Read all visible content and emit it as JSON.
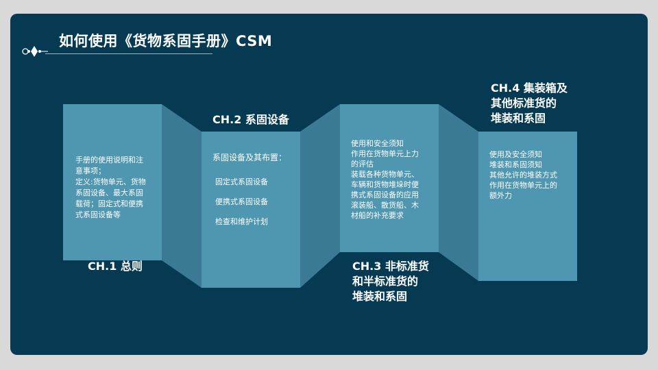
{
  "title": "如何使用《货物系固手册》CSM",
  "chapters": [
    {
      "heading": "CH.1 总则",
      "body_lines": [
        "手册的使用说明和注",
        "意事项；",
        "定义:货物单元、货物",
        "系固设备、最大系固",
        "载荷；固定式和便携",
        "式系固设备等"
      ]
    },
    {
      "heading": "CH.2 系固设备",
      "body_lines": [
        "系固设备及其布置：",
        "固定式系固设备",
        "便携式系固设备",
        "检查和维护计划"
      ]
    },
    {
      "heading_lines": [
        "CH.3 非标准货",
        "和半标准货的",
        "堆装和系固"
      ],
      "body_lines": [
        "使用和安全须知",
        "作用在货物单元上力",
        "的评估",
        "装载各种货物单元、",
        "车辆和货物堆垛时便",
        "携式系固设备的应用",
        "滚装船、散货船、木",
        "材船的补充要求"
      ]
    },
    {
      "heading_lines": [
        "CH.4 集装箱及",
        "其他标准货的",
        "堆装和系固"
      ],
      "body_lines": [
        "使用及安全须知",
        "堆装和系固须知",
        "其他允许的堆装方式",
        "作用在货物单元上的",
        "额外力"
      ]
    }
  ],
  "colors": {
    "background": "#063a52",
    "panel_light": "#4f96b1",
    "panel_dark": "#3a7a95"
  }
}
